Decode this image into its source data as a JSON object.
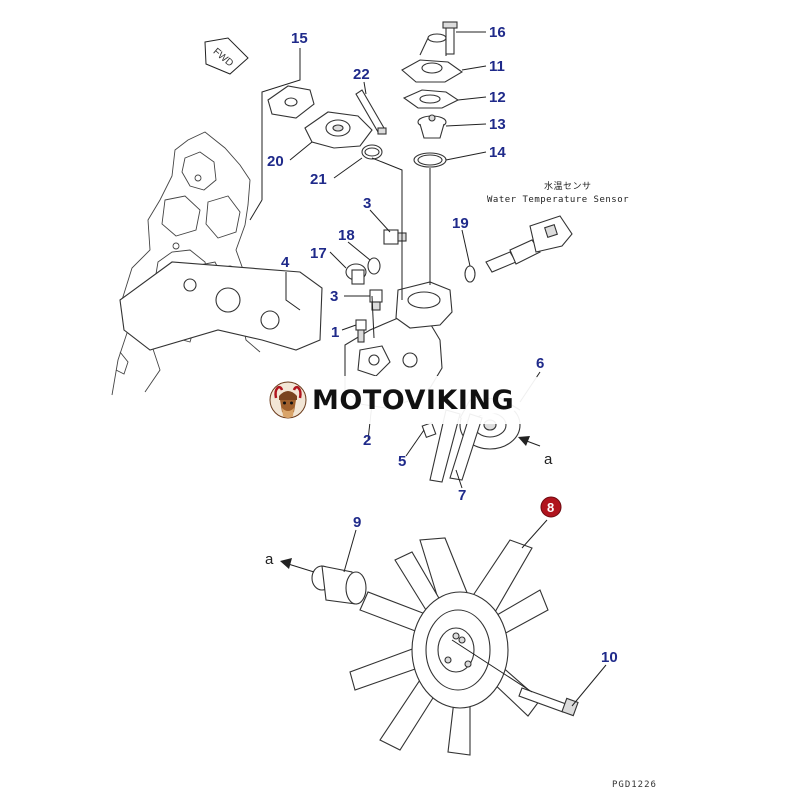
{
  "callouts": {
    "c1": "1",
    "c2": "2",
    "c3a": "3",
    "c3b": "3",
    "c4": "4",
    "c5": "5",
    "c6": "6",
    "c7": "7",
    "c8": "8",
    "c9": "9",
    "c10": "10",
    "c11": "11",
    "c12": "12",
    "c13": "13",
    "c14": "14",
    "c15": "15",
    "c16": "16",
    "c17": "17",
    "c18": "18",
    "c19": "19",
    "c20": "20",
    "c21": "21",
    "c22": "22"
  },
  "arrow_labels": {
    "a_right": "a",
    "a_left": "a"
  },
  "fwd_label": "FWD",
  "sensor_label_jp": "水温センサ",
  "sensor_label_en": "Water Temperature Sensor",
  "figure_code": "PGD1226",
  "watermark": "MOTOVIKING",
  "colors": {
    "callout": "#1f2a8a",
    "highlight": "#b0141e"
  }
}
